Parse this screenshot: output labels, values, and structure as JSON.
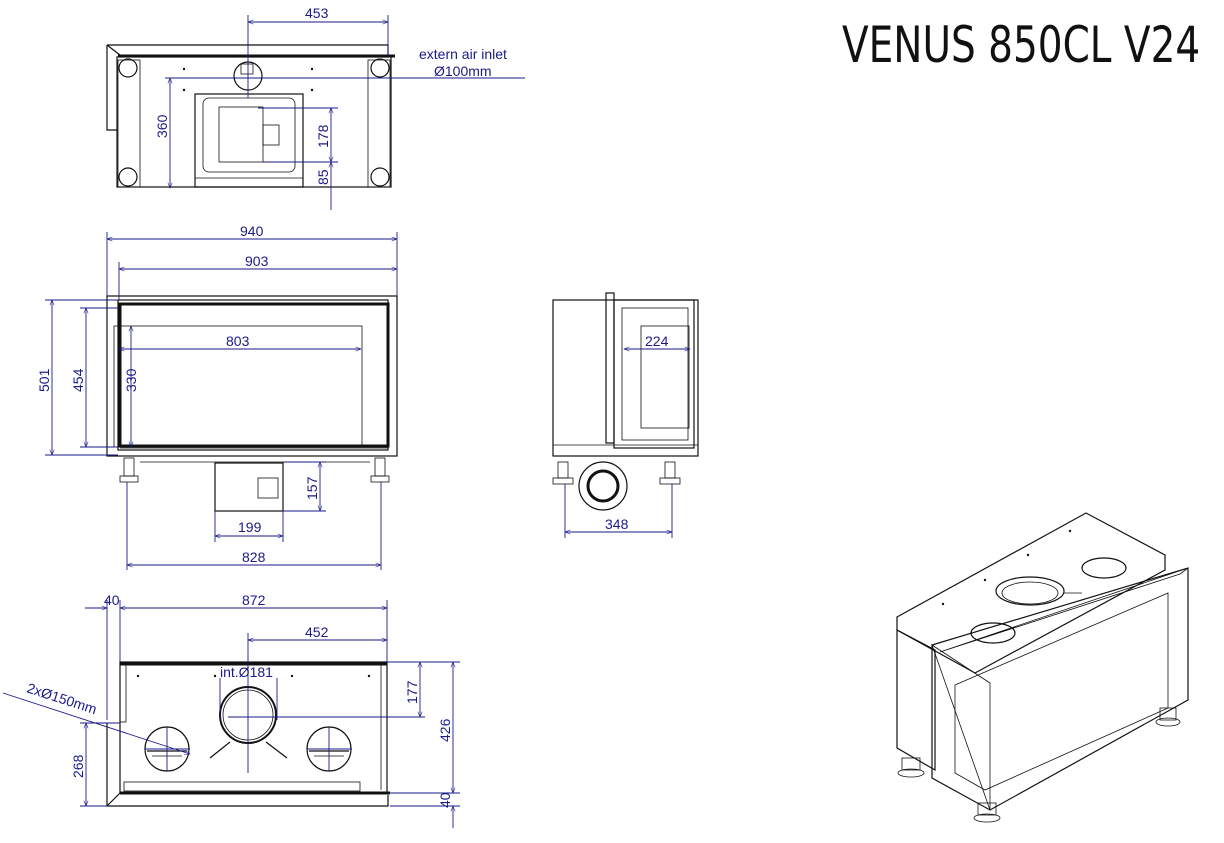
{
  "title": "VENUS 850CL V24",
  "top_view": {
    "dim_width_to_inlet": "453",
    "inlet_label": "extern air inlet",
    "inlet_diameter": "Ø100mm",
    "dim_depth": "360",
    "dim_box_height": "178",
    "dim_box_offset": "85"
  },
  "front_view": {
    "dim_overall_width": "940",
    "dim_frame_width": "903",
    "dim_overall_height": "501",
    "dim_frame_height": "454",
    "dim_glass_height": "330",
    "dim_glass_width": "803",
    "dim_duct_height": "157",
    "dim_duct_width": "199",
    "dim_feet_span": "828"
  },
  "side_view": {
    "dim_glass_width": "224",
    "dim_feet_span": "348"
  },
  "bottom_view": {
    "dim_left_offset": "40",
    "dim_width": "872",
    "dim_flue_offset": "452",
    "flue_label": "int.Ø181",
    "side_outlets_label": "2xØ150mm",
    "dim_flue_depth": "177",
    "dim_depth": "426",
    "dim_outlet_depth": "268",
    "dim_bottom_offset": "40"
  }
}
